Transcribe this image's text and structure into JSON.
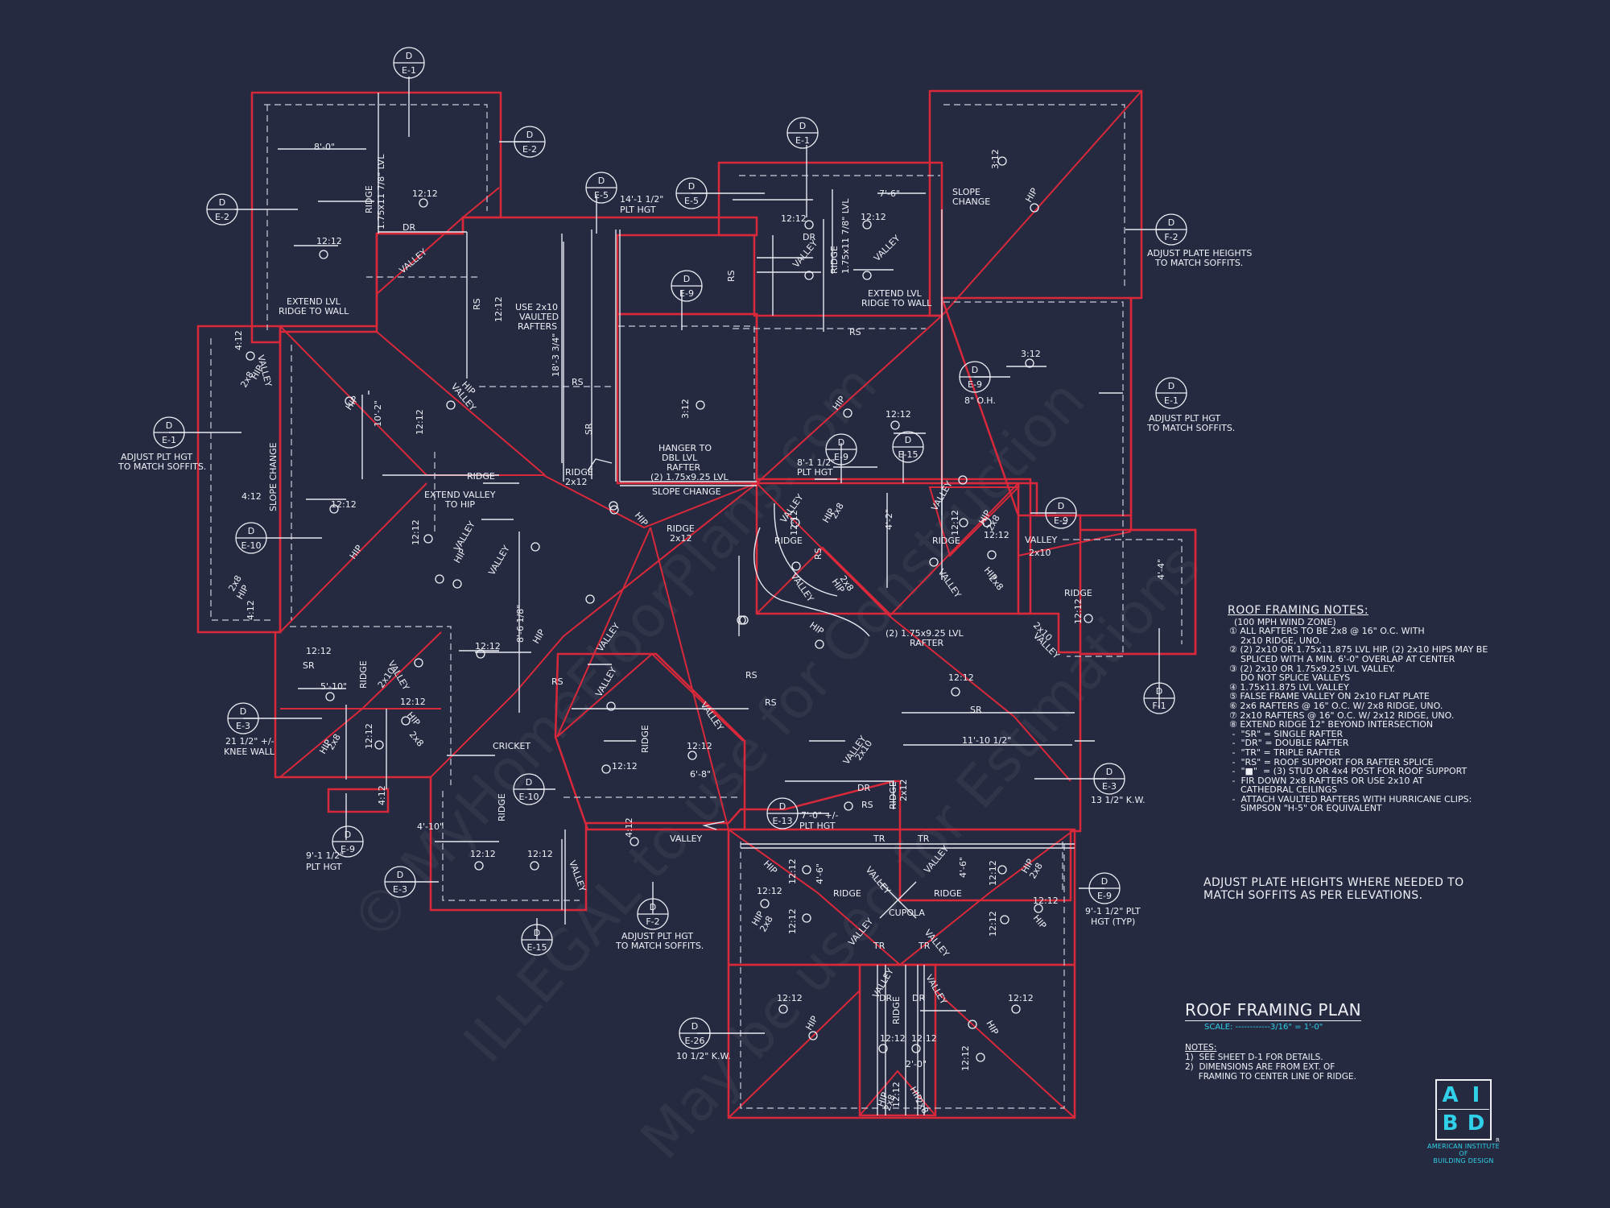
{
  "watermarks": [
    "© MyHomeFloorPlans.com",
    "ILLEGAL to use for Construction",
    "May be used for Estimations"
  ],
  "labels": {
    "hip": "HIP",
    "valley": "VALLEY",
    "ridge": "RIDGE",
    "rs": "RS",
    "sr": "SR",
    "dr": "DR",
    "tr": "TR",
    "cricket": "CRICKET",
    "cupola": "CUPOLA",
    "p1212": "12:12",
    "p412": "4:12",
    "p312": "3:12",
    "lvl_ridge": "1.75x11 7/8\" LVL",
    "dim_8_0": "8'-0\"",
    "dim_7_6": "7'-6\"",
    "dim_5_10": "5'-10\"",
    "dim_4_10": "4'-10\"",
    "dim_6_8": "6'-8\"",
    "dim_11_10": "11'-10 1/2\"",
    "dim_8_6": "8'-6 1/8\"",
    "dim_18_3": "18'-3 3/4\"",
    "dim_10_2": "10'-2\"",
    "dim_4_4": "4'-4\"",
    "dim_4_6": "4'-6\"",
    "dim_2_0": "2'-0\"",
    "dim_4_2": "4'-2\"",
    "extend_lvl_1": "EXTEND LVL",
    "extend_lvl_2": "RIDGE TO WALL",
    "extend_valley_1": "EXTEND VALLEY",
    "extend_valley_2": "TO HIP",
    "use_2x10_1": "USE 2x10",
    "use_2x10_2": "VAULTED",
    "use_2x10_3": "RAFTERS",
    "hanger_1": "HANGER TO",
    "hanger_2": "DBL LVL",
    "hanger_3": "RAFTER",
    "dbl_lvl": "(2) 1.75x9.25 LVL",
    "slope_change": "SLOPE CHANGE",
    "slope_1": "SLOPE",
    "slope_2": "CHANGE",
    "plt_14_1": "14'-1 1/2\"",
    "plt_14_2": "PLT HGT",
    "plt_8_1": "8'-1 1/2\"",
    "plt_8_2": "PLT HGT",
    "plt_7_1": "7'-0\" +/-",
    "plt_7_2": "PLT HGT",
    "plt_9_1": "9'-1 1/2\"",
    "plt_9_2": "PLT HGT",
    "plt_9r_1": "9'-1 1/2\" PLT",
    "plt_9r_2": "HGT (TYP)",
    "adj_soffit_1": "ADJUST PLT HGT",
    "adj_soffit_2": "TO MATCH SOFFITS",
    "adj_soffits_1": "ADJUST PLATE HEIGHTS",
    "adj_soffits_2": "TO MATCH SOFFITS.",
    "knee_1": "21 1/2\" +/-",
    "knee_2": "KNEE WALL",
    "kw_13": "13 1/2\" K.W.",
    "kw_10": "10 1/2\" K.W.",
    "oh_8": "8\" O.H.",
    "rafter_lvl_1": "(2) 1.75x9.25 LVL",
    "rafter_lvl_2": "RAFTER",
    "r2x12": "2x12",
    "r2x10": "2x10",
    "r2x8": "2x8"
  },
  "tags": [
    {
      "id": "t1",
      "letter": "D",
      "code": "E-1"
    },
    {
      "id": "t2",
      "letter": "D",
      "code": "E-2"
    },
    {
      "id": "t3",
      "letter": "D",
      "code": "E-2"
    },
    {
      "id": "t4",
      "letter": "D",
      "code": "E-5"
    },
    {
      "id": "t5",
      "letter": "D",
      "code": "E-5"
    },
    {
      "id": "t6",
      "letter": "D",
      "code": "E-1"
    },
    {
      "id": "t7",
      "letter": "D",
      "code": "F-2"
    },
    {
      "id": "t8",
      "letter": "D",
      "code": "E-9"
    },
    {
      "id": "t9",
      "letter": "D",
      "code": "E-9"
    },
    {
      "id": "t10",
      "letter": "D",
      "code": "E-1"
    },
    {
      "id": "t11",
      "letter": "D",
      "code": "E-1"
    },
    {
      "id": "t12",
      "letter": "D",
      "code": "E-9"
    },
    {
      "id": "t13",
      "letter": "D",
      "code": "E-15"
    },
    {
      "id": "t14",
      "letter": "D",
      "code": "E-10"
    },
    {
      "id": "t15",
      "letter": "D",
      "code": "E-9"
    },
    {
      "id": "t16",
      "letter": "D",
      "code": "F-1"
    },
    {
      "id": "t17",
      "letter": "D",
      "code": "E-3"
    },
    {
      "id": "t18",
      "letter": "D",
      "code": "E-3"
    },
    {
      "id": "t19",
      "letter": "D",
      "code": "E-10"
    },
    {
      "id": "t20",
      "letter": "D",
      "code": "E-13"
    },
    {
      "id": "t21",
      "letter": "D",
      "code": "E-9"
    },
    {
      "id": "t22",
      "letter": "D",
      "code": "E-9"
    },
    {
      "id": "t23",
      "letter": "D",
      "code": "E-3"
    },
    {
      "id": "t24",
      "letter": "D",
      "code": "F-2"
    },
    {
      "id": "t25",
      "letter": "D",
      "code": "E-15"
    },
    {
      "id": "t26",
      "letter": "D",
      "code": "E-26"
    }
  ],
  "framing_notes": {
    "title": "ROOF FRAMING NOTES:",
    "subtitle": "(100 MPH WIND ZONE)",
    "items": [
      "① ALL RAFTERS TO BE 2x8 @ 16\" O.C. WITH",
      "    2x10 RIDGE, UNO.",
      "② (2) 2x10 OR 1.75x11.875 LVL HIP. (2) 2x10 HIPS MAY BE",
      "    SPLICED WITH A MIN. 6'-0\" OVERLAP AT CENTER",
      "③ (2) 2x10 OR 1.75x9.25 LVL VALLEY.",
      "    DO NOT SPLICE VALLEYS",
      "④ 1.75x11.875 LVL VALLEY",
      "⑤ FALSE FRAME VALLEY ON 2x10 FLAT PLATE",
      "⑥ 2x6 RAFTERS @ 16\" O.C. W/ 2x8 RIDGE, UNO.",
      "⑦ 2x10 RAFTERS @ 16\" O.C. W/ 2x12 RIDGE, UNO.",
      "⑧ EXTEND RIDGE 12\" BEYOND INTERSECTION",
      " -  \"SR\" = SINGLE RAFTER",
      " -  \"DR\" = DOUBLE RAFTER",
      " -  \"TR\" = TRIPLE RAFTER",
      " -  \"RS\" = ROOF SUPPORT FOR RAFTER SPLICE",
      " -  \"■\"  = (3) STUD OR 4x4 POST FOR ROOF SUPPORT",
      " -  FIR DOWN 2x8 RAFTERS OR USE 2x10 AT",
      "    CATHEDRAL CEILINGS",
      " -  ATTACH VAULTED RAFTERS WITH HURRICANE CLIPS:",
      "    SIMPSON \"H-5\" OR EQUIVALENT"
    ]
  },
  "adjust_note": "ADJUST PLATE HEIGHTS WHERE NEEDED TO MATCH SOFFITS AS PER ELEVATIONS.",
  "title_block": {
    "title": "ROOF FRAMING PLAN",
    "scale": "SCALE: ------------3/16\" = 1'-0\"",
    "notes_title": "NOTES:",
    "notes": [
      "1)  SEE SHEET D-1 FOR DETAILS.",
      "2)  DIMENSIONS ARE FROM EXT. OF",
      "     FRAMING TO CENTER LINE OF RIDGE."
    ]
  },
  "logo": {
    "a": "A",
    "i": "I",
    "b": "B",
    "d": "D",
    "r": "R",
    "caption_1": "AMERICAN INSTITUTE",
    "caption_2": "OF",
    "caption_3": "BUILDING DESIGN"
  },
  "colors": {
    "background": "#262a40",
    "roof_outline": "#d8283a",
    "linework": "#e6e8f0",
    "logo": "#2fd0e8"
  }
}
